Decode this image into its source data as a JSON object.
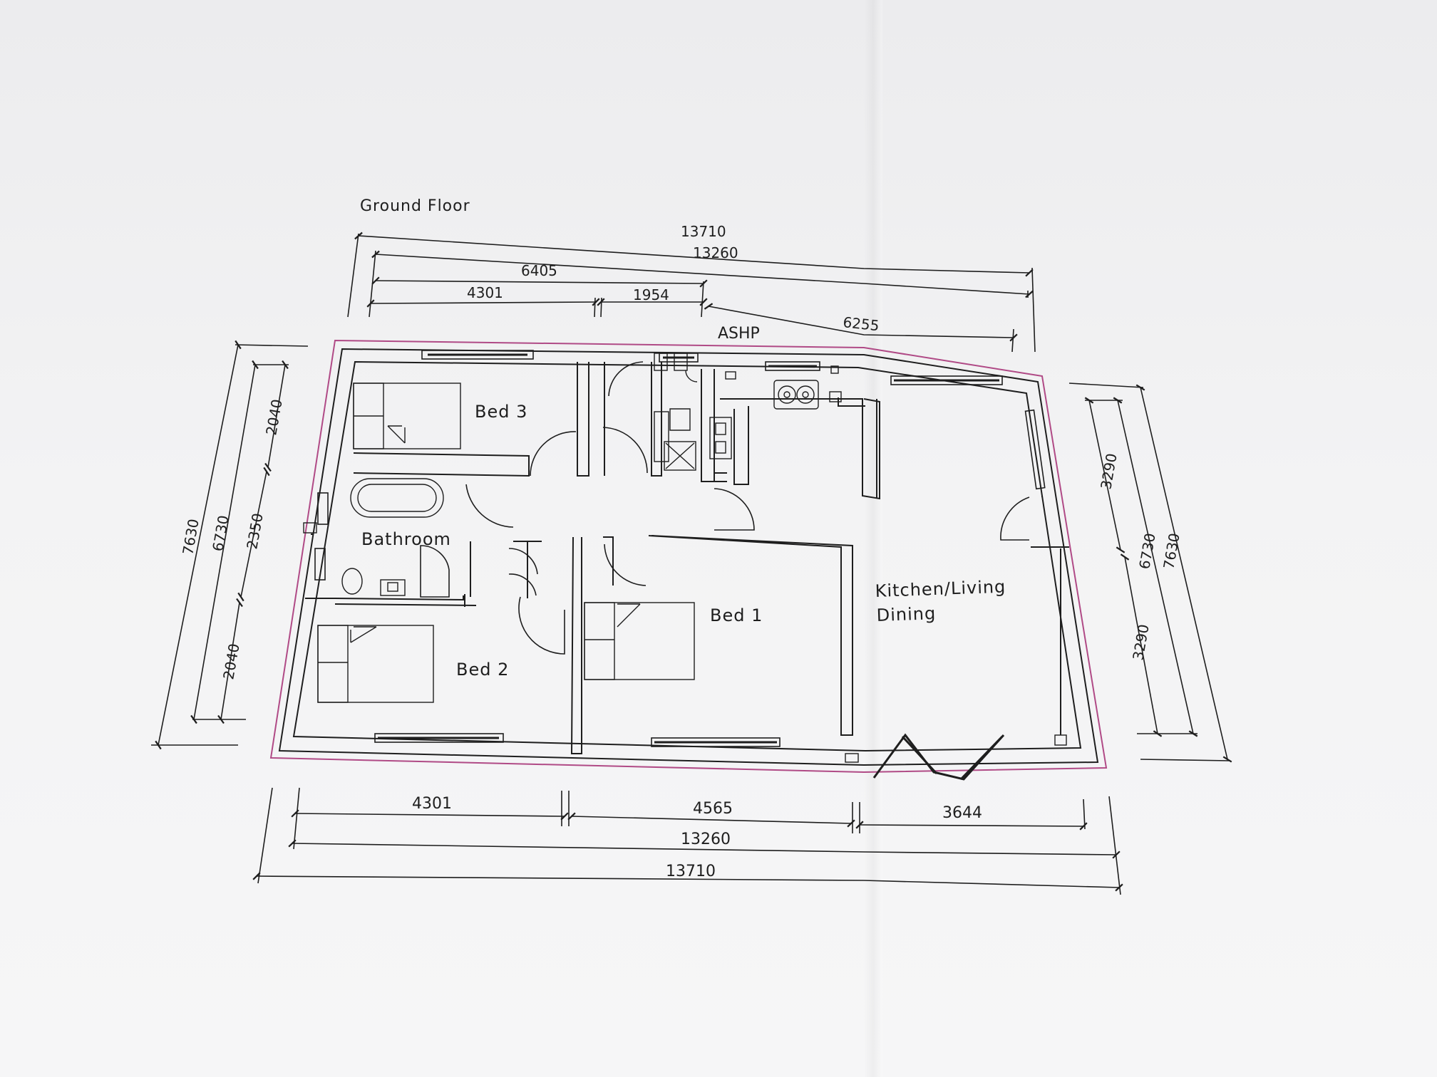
{
  "drawing_title": "Ground Floor",
  "rooms": {
    "bed3": "Bed  3",
    "bathroom": "Bathroom",
    "bed2": "Bed  2",
    "bed1": "Bed  1",
    "kitchen_line1": "Kitchen/Living",
    "kitchen_line2": "Dining",
    "ashp": "ASHP"
  },
  "dimensions": {
    "top": {
      "overall_external": "13710",
      "overall_internal": "13260",
      "left_block": "6405",
      "bed3_width": "4301",
      "hall_width": "1954",
      "kitchen_width": "6255"
    },
    "bottom": {
      "bed2_width": "4301",
      "bed1_width": "4565",
      "kitchen_width": "3644",
      "overall_internal": "13260",
      "overall_external": "13710"
    },
    "left": {
      "overall_external": "7630",
      "overall_internal": "6730",
      "bed3_depth": "2040",
      "bathroom_depth": "2350",
      "bed2_depth": "2040"
    },
    "right": {
      "upper_depth": "3290",
      "lower_depth": "3290",
      "overall_internal": "6730",
      "overall_external": "7630"
    }
  },
  "colors": {
    "paper": "#f3f3f4",
    "ink": "#1e1e1e",
    "boundary": "#b04a86"
  }
}
